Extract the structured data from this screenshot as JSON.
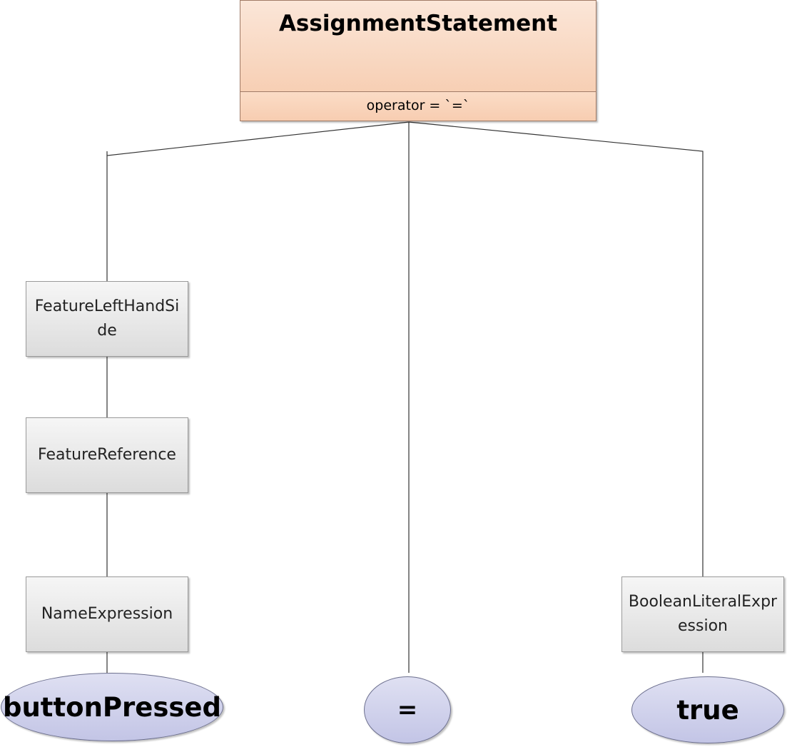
{
  "root": {
    "title": "AssignmentStatement",
    "attribute": "operator  = `=`"
  },
  "nodes": {
    "feature_left_hand_side": "FeatureLeftHandSide",
    "feature_reference": "FeatureReference",
    "name_expression": "NameExpression",
    "boolean_literal_expression": "BooleanLiteralExpression"
  },
  "leaves": {
    "button_pressed": "buttonPressed",
    "operator": "=",
    "true_value": "true"
  },
  "colors": {
    "root_fill": "#f8d4bc",
    "root_border": "#a07a66",
    "box_fill": "#e8e8e8",
    "box_border": "#9a9a9a",
    "ellipse_fill": "#cfd1ec",
    "ellipse_border": "#6c6f8e",
    "connector": "#333333"
  }
}
